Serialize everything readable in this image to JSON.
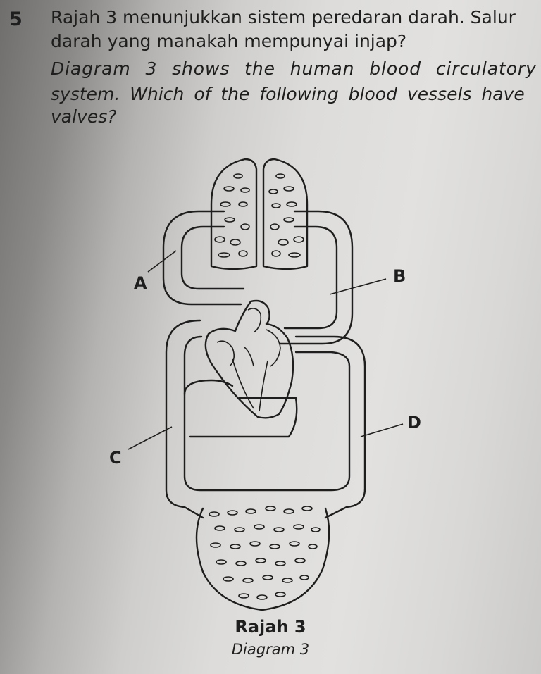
{
  "question": {
    "number": "5",
    "malay": [
      "Rajah 3 menunjukkan sistem peredaran darah. Salur",
      "darah yang manakah mempunyai injap?"
    ],
    "english": [
      "Diagram 3 shows the human blood circulatory",
      "system. Which of the following blood vessels have",
      "valves?"
    ]
  },
  "labels": {
    "a": "A",
    "b": "B",
    "c": "C",
    "d": "D"
  },
  "caption": {
    "malay": "Rajah 3",
    "english": "Diagram 3"
  }
}
